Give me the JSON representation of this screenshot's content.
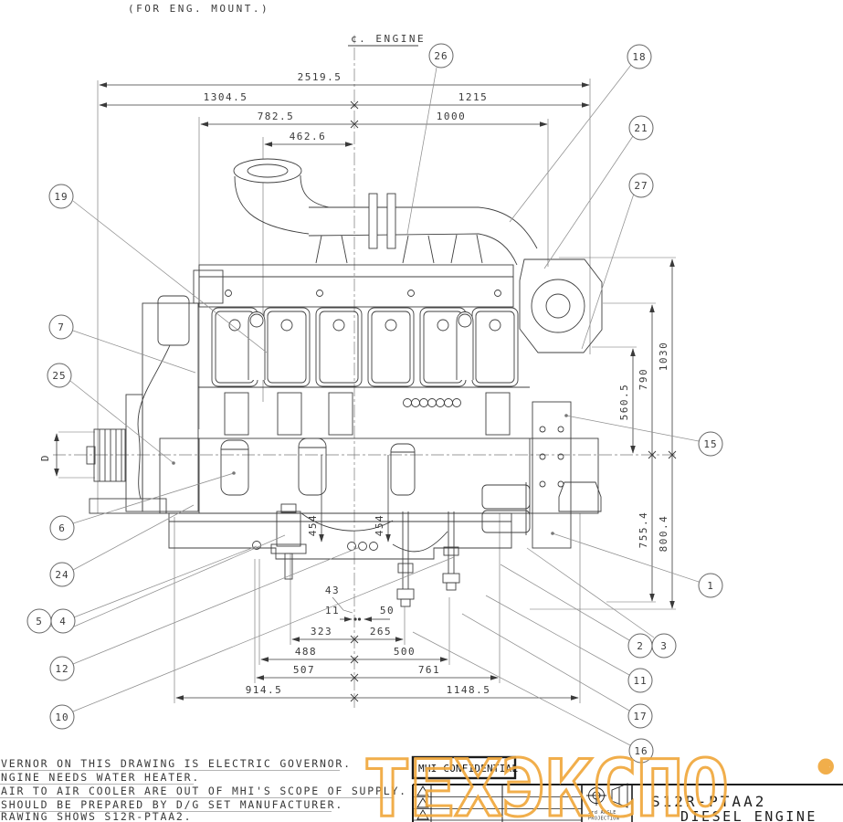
{
  "header": {
    "for_eng_mount": "(FOR ENG. MOUNT.)",
    "centerline": "¢. ENGINE"
  },
  "dims": {
    "top": [
      "2519.5",
      "1304.5",
      "1215",
      "782.5",
      "1000",
      "462.6"
    ],
    "right": [
      "1030",
      "790",
      "560.5",
      "755.4",
      "800.4"
    ],
    "bottom": [
      "43",
      "11",
      "50",
      "323",
      "265",
      "488",
      "500",
      "507",
      "761",
      "914.5",
      "1148.5"
    ],
    "side_454": "454",
    "pulley": "D"
  },
  "balloons": [
    "26",
    "18",
    "21",
    "27",
    "19",
    "7",
    "25",
    "6",
    "24",
    "5",
    "4",
    "12",
    "10",
    "15",
    "1",
    "2",
    "3",
    "11",
    "17",
    "16"
  ],
  "notes": [
    "VERNOR ON THIS DRAWING IS ELECTRIC GOVERNOR.",
    "NGINE NEEDS WATER HEATER.",
    "AIR TO AIR COOLER ARE OUT OF MHI'S SCOPE OF SUPPLY.",
    "SHOULD BE PREPARED BY D/G SET MANUFACTURER.",
    "RAWING SHOWS S12R-PTAA2."
  ],
  "title_block": {
    "confidential": "MHI CONFIDENTIAL",
    "projection1": "3rd ANGLE",
    "projection2": "PROJECTION",
    "model": "S12R-PTAA2",
    "engine_type": "DIESEL ENGINE"
  },
  "watermark": {
    "text": "ТЕХЭКСПО",
    "registered": "®",
    "color": "#F0A83C"
  }
}
